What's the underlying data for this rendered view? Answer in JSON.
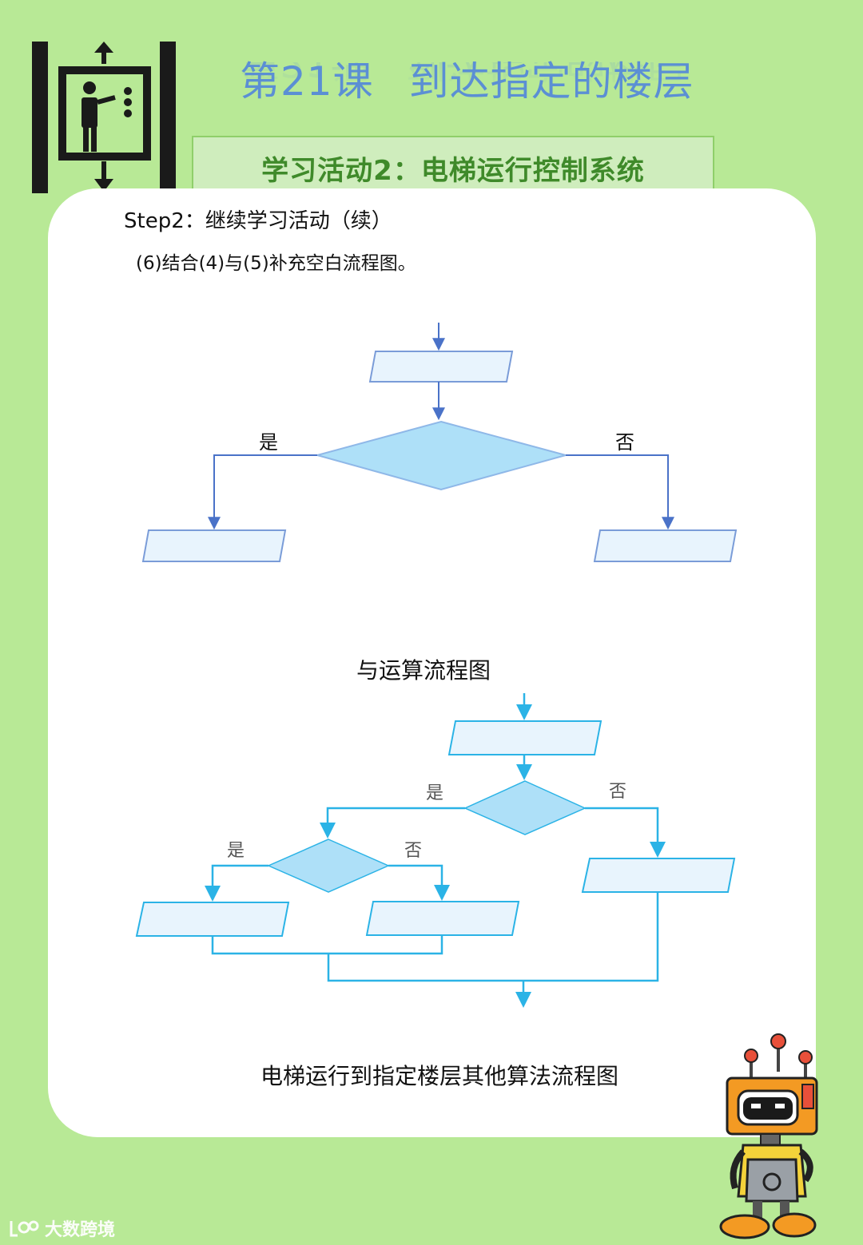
{
  "header": {
    "lesson_number": "第21课",
    "lesson_title": "到达指定的楼层",
    "activity_title": "学习活动2：电梯运行控制系统"
  },
  "content": {
    "step_heading": "Step2：继续学习活动（续）",
    "instruction": "(6)结合(4)与(5)补充空白流程图。"
  },
  "flowchart_and": {
    "yes_label": "是",
    "no_label": "否",
    "caption": "与运算流程图"
  },
  "flowchart_other": {
    "outer_yes_label": "是",
    "outer_no_label": "否",
    "inner_yes_label": "是",
    "inner_no_label": "否",
    "caption": "电梯运行到指定楼层其他算法流程图"
  },
  "colors": {
    "page_background": "#b8e996",
    "title_blue": "#5b8fd4",
    "activity_green": "#3f8a2a",
    "flow1_stroke": "#4a72c8",
    "flow2_stroke": "#2bb3e6",
    "shape_fill": "#e8f4fd",
    "diamond_fill": "#aee0f8"
  },
  "icons": {
    "header_icon": "elevator-icon",
    "mascot": "robot-mascot",
    "watermark_logo": "dashujujing-logo"
  },
  "watermark": {
    "text": "大数跨境"
  }
}
